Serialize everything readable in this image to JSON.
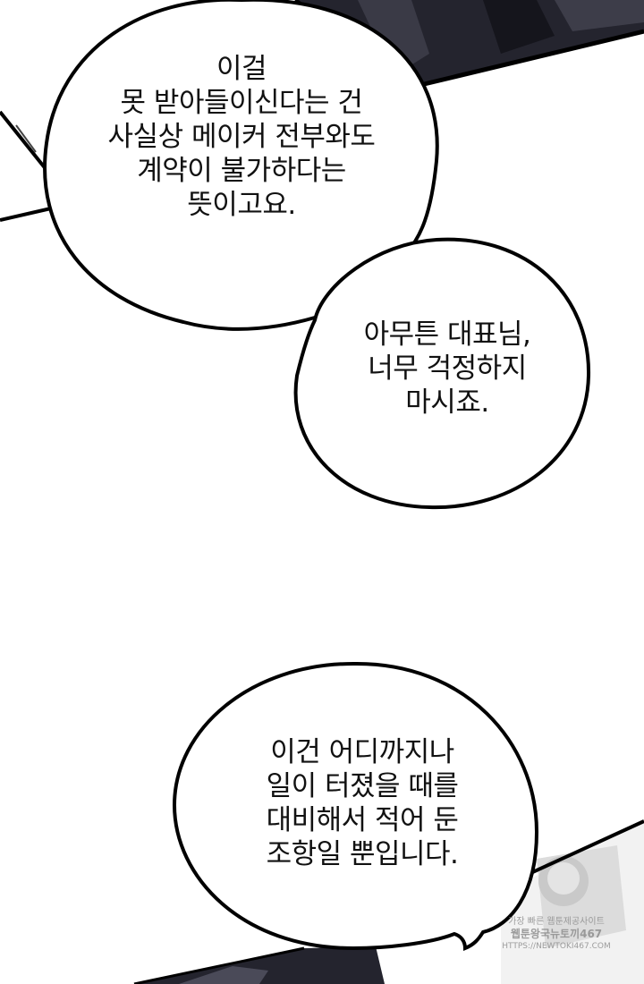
{
  "bubbles": [
    {
      "lines": [
        "이걸",
        "못 받아들이신다는 건",
        "사실상 메이커 전부와도",
        "계약이 불가하다는",
        "뜻이고요."
      ]
    },
    {
      "lines": [
        "아무튼 대표님,",
        "너무 걱정하지",
        "마시죠."
      ]
    },
    {
      "lines": [
        "이건 어디까지나",
        "일이 터졌을 때를",
        "대비해서 적어 둔",
        "조항일 뿐입니다."
      ]
    }
  ],
  "watermark": {
    "line1": "가장 빠른 웹툰제공사이트",
    "line2": "웹툰왕국뉴토끼467",
    "line3": "HTTPS://NEWTOKI467.COM"
  },
  "colors": {
    "background": "#ffffff",
    "ink": "#111111",
    "art_dark": "#24242e"
  }
}
